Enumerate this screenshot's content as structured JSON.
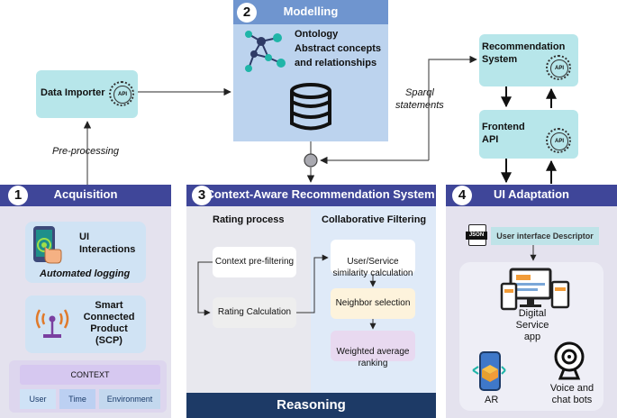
{
  "acquisition": {
    "number": "1",
    "title": "Acquisition",
    "ui_interactions": "UI\nInteractions",
    "automated_logging": "Automated logging",
    "scp": "Smart\nConnected\nProduct\n(SCP)",
    "context_label": "CONTEXT",
    "context_items": [
      "User",
      "Time",
      "Environment"
    ]
  },
  "data_importer": {
    "label": "Data Importer",
    "api": "API"
  },
  "preprocessing": "Pre-processing",
  "modelling": {
    "number": "2",
    "title": "Modelling",
    "ontology_text": "Ontology\nAbstract concepts\nand relationships"
  },
  "sparql": "Sparql\nstatements",
  "recommendation_system": {
    "label": "Recommendation\nSystem",
    "api": "API"
  },
  "frontend": {
    "label": "Frontend\nAPI",
    "api": "API"
  },
  "context_aware": {
    "number": "3",
    "title": "Context-Aware Recommendation System",
    "rating_process": "Rating process",
    "collaborative_filtering": "Collaborative Filtering",
    "context_prefiltering": "Context pre-filtering",
    "rating_calculation": "Rating Calculation",
    "similarity": "User/Service\nsimilarity calculation",
    "neighbor": "Neighbor selection",
    "weighted": "Weighted average\nranking",
    "footer": "Reasoning"
  },
  "ui_adaptation": {
    "number": "4",
    "title": "UI Adaptation",
    "json_label": "JSON",
    "descriptor": "User interface Descriptor",
    "digital_service": "Digital\nService\napp",
    "ar": "AR",
    "voice": "Voice and\nchat bots"
  },
  "colors": {
    "header_blue": "#3f4699",
    "teal": "#b7e6ea",
    "panel_grey": "#e4e2ee",
    "modelling_blue": "#bcd3ee",
    "cf_blue": "#dfeaf8",
    "context_purple": "#d6c8f0"
  }
}
